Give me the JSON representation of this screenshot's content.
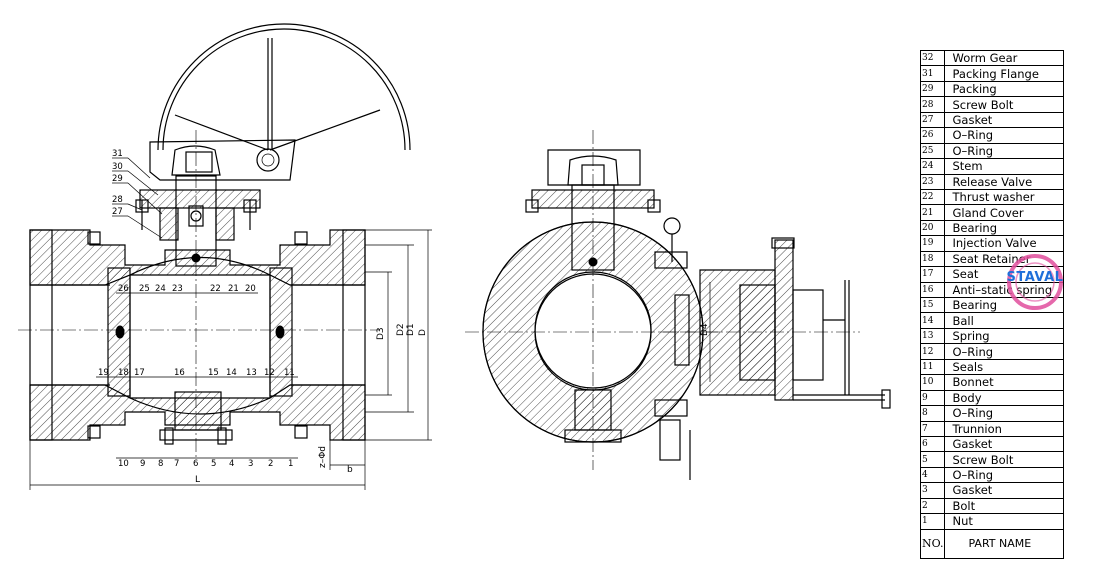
{
  "parts": [
    {
      "no": "32",
      "name": "Worm  Gear"
    },
    {
      "no": "31",
      "name": "Packing Flange"
    },
    {
      "no": "29",
      "name": "Packing"
    },
    {
      "no": "28",
      "name": "Screw Bolt"
    },
    {
      "no": "27",
      "name": "Gasket"
    },
    {
      "no": "26",
      "name": "O–Ring"
    },
    {
      "no": "25",
      "name": "O–Ring"
    },
    {
      "no": "24",
      "name": "Stem"
    },
    {
      "no": "23",
      "name": "Release Valve"
    },
    {
      "no": "22",
      "name": "Thrust  washer"
    },
    {
      "no": "21",
      "name": "Gland Cover"
    },
    {
      "no": "20",
      "name": "Bearing"
    },
    {
      "no": "19",
      "name": "Injection Valve"
    },
    {
      "no": "18",
      "name": "Seat Retainer"
    },
    {
      "no": "17",
      "name": "Seat"
    },
    {
      "no": "16",
      "name": "Anti–static spring"
    },
    {
      "no": "15",
      "name": "Bearing"
    },
    {
      "no": "14",
      "name": "Ball"
    },
    {
      "no": "13",
      "name": "Spring"
    },
    {
      "no": "12",
      "name": "O–Ring"
    },
    {
      "no": "11",
      "name": "Seals"
    },
    {
      "no": "10",
      "name": "Bonnet"
    },
    {
      "no": "9",
      "name": "Body"
    },
    {
      "no": "8",
      "name": "O–Ring"
    },
    {
      "no": "7",
      "name": "Trunnion"
    },
    {
      "no": "6",
      "name": "Gasket"
    },
    {
      "no": "5",
      "name": "Screw Bolt"
    },
    {
      "no": "4",
      "name": "O–Ring"
    },
    {
      "no": "3",
      "name": "Gasket"
    },
    {
      "no": "2",
      "name": "Bolt"
    },
    {
      "no": "1",
      "name": "Nut"
    }
  ],
  "table_header": {
    "no": "NO.",
    "name": "PART NAME"
  },
  "callouts_top": [
    "31",
    "30",
    "29",
    "28",
    "27"
  ],
  "callouts_mid": [
    "26",
    "25",
    "24",
    "23",
    "22",
    "21",
    "20"
  ],
  "callouts_left": [
    "19",
    "18",
    "17",
    "16",
    "15",
    "14",
    "13",
    "12",
    "11"
  ],
  "callouts_bottom": [
    "10",
    "9",
    "8",
    "7",
    "6",
    "5",
    "4",
    "3",
    "2",
    "1"
  ],
  "dimensions": {
    "L": "L",
    "D": "D",
    "D1": "D1",
    "D2": "D2",
    "D3": "D3",
    "D4": "D4",
    "b": "b",
    "zd": "z–Φd"
  },
  "watermark": "STAVAL"
}
